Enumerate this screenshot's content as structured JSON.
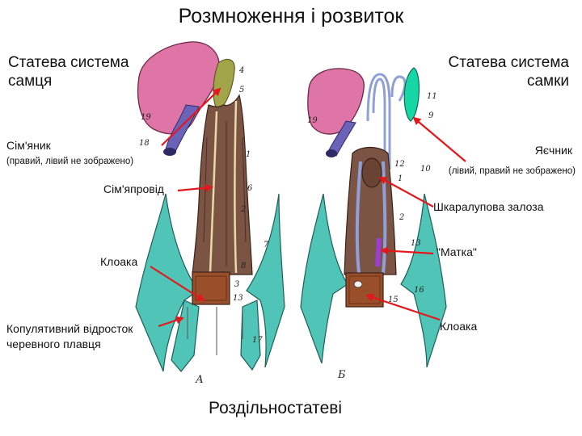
{
  "title": "Розмноження і розвиток",
  "male": {
    "heading_line1": "Статева система",
    "heading_line2": "самця",
    "testis": "Сім'яник",
    "testis_note": "(правий, лівий не зображено)",
    "vas_deferens": "Сім'япровід",
    "cloaca": "Клоака",
    "copulatory_line1": "Копулятивний відросток",
    "copulatory_line2": "черевного плавця",
    "figure_letter": "А",
    "numbers": [
      "4",
      "5",
      "19",
      "18",
      "1",
      "6",
      "2",
      "7",
      "8",
      "3",
      "13",
      "17"
    ]
  },
  "female": {
    "heading_line1": "Статева система",
    "heading_line2": "самки",
    "ovary": "Яєчник",
    "ovary_note": "(лівий, правий не зображено)",
    "shell_gland": "Шкаралупова залоза",
    "uterus": "\"Матка\"",
    "cloaca": "Клоака",
    "figure_letter": "Б",
    "numbers": [
      "11",
      "9",
      "19",
      "12",
      "10",
      "1",
      "2",
      "13",
      "16",
      "15"
    ]
  },
  "caption": "Роздільностатеві",
  "colors": {
    "fin": "#4fc4b7",
    "liver": "#df74a6",
    "tract": "#7c5444",
    "cloaca_fill": "#9a4f2b",
    "ovary": "#17d6a6",
    "arrow": "#e3171c",
    "duct_blue": "#8fa0d6",
    "vein": "#6a63b8"
  }
}
